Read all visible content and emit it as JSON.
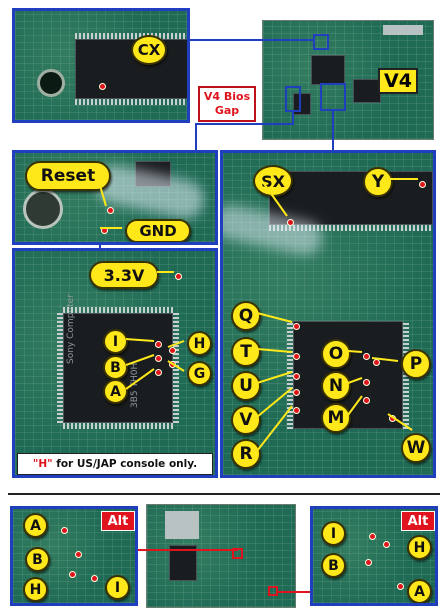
{
  "labels": {
    "cx": "CX",
    "v4": "V4",
    "bios_gap": "V4 Bios Gap",
    "reset": "Reset",
    "gnd": "GND",
    "sx": "SX",
    "y": "Y",
    "v33": "3.3V",
    "i": "I",
    "b": "B",
    "a": "A",
    "h": "H",
    "g": "G",
    "q": "Q",
    "t": "T",
    "u": "U",
    "v": "V",
    "r": "R",
    "o": "O",
    "n": "N",
    "m": "M",
    "p": "P",
    "w": "W",
    "note_h_quoted": "\"H\"",
    "note_rest": " for US/JAP console only.",
    "alt": "Alt",
    "chip_brand": "Sony Computer",
    "chip_code": "3B5 TH0H"
  },
  "colors": {
    "panel_border": "#1f3fbf",
    "badge_fill": "#ffe81a",
    "callout_red": "#e0141e",
    "pcb_green": "#1f6a55"
  }
}
